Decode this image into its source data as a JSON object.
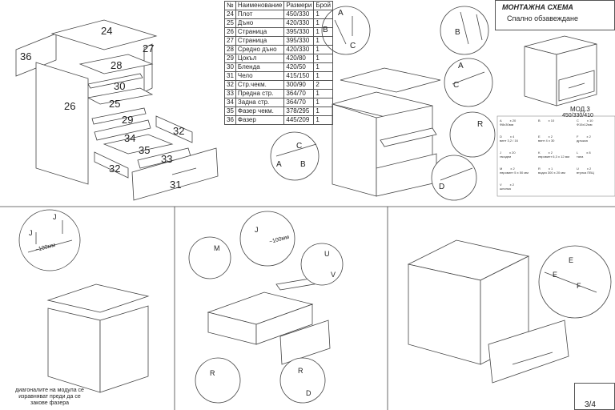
{
  "title": "МОНТАЖНА СХЕМА",
  "subtitle": "Спално обзавеждане",
  "model_name": "МОД.3",
  "model_size": "450/330/410",
  "page_number": "3/4",
  "parts_table": {
    "headers": [
      "№",
      "Наименование",
      "Размери",
      "Брой"
    ],
    "rows": [
      [
        "24",
        "Плот",
        "450/330",
        "1"
      ],
      [
        "25",
        "Дъно",
        "420/330",
        "1"
      ],
      [
        "26",
        "Страница",
        "395/330",
        "1"
      ],
      [
        "27",
        "Страница",
        "395/330",
        "1"
      ],
      [
        "28",
        "Средно дъно",
        "420/330",
        "1"
      ],
      [
        "29",
        "Цокъл",
        "420/80",
        "1"
      ],
      [
        "30",
        "Бленда",
        "420/50",
        "1"
      ],
      [
        "31",
        "Чело",
        "415/150",
        "1"
      ],
      [
        "32",
        "Стр.чекм.",
        "300/90",
        "2"
      ],
      [
        "33",
        "Предна стр.",
        "364/70",
        "1"
      ],
      [
        "34",
        "Задна стр.",
        "364/70",
        "1"
      ],
      [
        "35",
        "Фазер чекм.",
        "378/295",
        "1"
      ],
      [
        "36",
        "Фазер",
        "445/209",
        "1"
      ]
    ]
  },
  "exploded_labels": [
    "24",
    "27",
    "36",
    "28",
    "30",
    "25",
    "26",
    "29",
    "34",
    "32",
    "35",
    "33",
    "32",
    "31"
  ],
  "detail_letters_top": [
    "A",
    "B",
    "C",
    "B",
    "A",
    "C",
    "R",
    "A",
    "B",
    "C",
    "D"
  ],
  "hardware_list": [
    {
      "code": "A",
      "qty": "x 20",
      "desc": "Ф8x30мм"
    },
    {
      "code": "B",
      "qty": "x 10",
      "desc": ""
    },
    {
      "code": "C",
      "qty": "x 10",
      "desc": "Ф15x12мм"
    },
    {
      "code": "D",
      "qty": "x 4",
      "desc": "винт 3,2 / 16"
    },
    {
      "code": "E",
      "qty": "x 2",
      "desc": "винт 4 x 30"
    },
    {
      "code": "F",
      "qty": "x 2",
      "desc": "дръжка"
    },
    {
      "code": "J",
      "qty": "x 20",
      "desc": "гвоздеи"
    },
    {
      "code": "K",
      "qty": "x 2",
      "desc": "евровинт 6,3 x 12 мм"
    },
    {
      "code": "L",
      "qty": "x 8",
      "desc": "тапа"
    },
    {
      "code": "M",
      "qty": "x 2",
      "desc": "евровинт 5 x 50 мм"
    },
    {
      "code": "R",
      "qty": "x 1",
      "desc": "водач 300 x 20 мм"
    },
    {
      "code": "U",
      "qty": "x 2",
      "desc": "втулка ПВЦ"
    },
    {
      "code": "V",
      "qty": "x 2",
      "desc": "шпонка"
    }
  ],
  "detail_letters_bottom": [
    "J",
    "J",
    "M",
    "J",
    "U",
    "V",
    "R",
    "R",
    "D",
    "E",
    "E",
    "F"
  ],
  "dimension_label": "~100мм",
  "note": "диагоналите на модула се изравняват преди да се закове фазера"
}
